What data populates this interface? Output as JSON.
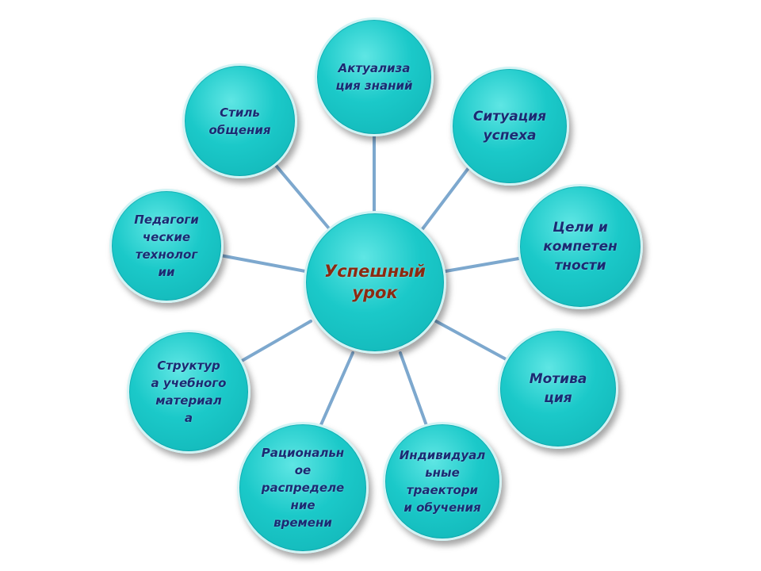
{
  "center": {
    "label": "Успешный\nурок"
  },
  "nodes": [
    {
      "key": "aktualizatsiya",
      "label": "Актуализа\nция знаний"
    },
    {
      "key": "situatsiya",
      "label": "Ситуация\nуспеха"
    },
    {
      "key": "tseli",
      "label": "Цели и\nкомпетен\nтности"
    },
    {
      "key": "motivatsiya",
      "label": "Мотива\nция"
    },
    {
      "key": "individualnye",
      "label": "Индивидуал\nьные\nтраектори\nи обучения"
    },
    {
      "key": "ratsionalnoe",
      "label": "Рациональн\nое\nраспределе\nние\nвремени"
    },
    {
      "key": "struktura",
      "label": "Структур\nа учебного\nматериал\nа"
    },
    {
      "key": "pedagogicheskie",
      "label": "Педагоги\nческие\nтехнолог\nии"
    },
    {
      "key": "stil",
      "label": "Стиль\nобщения"
    }
  ],
  "colors": {
    "bubble_fill": "#1bc9c9",
    "bubble_border": "#d2f3f4",
    "connector": "#6f9fc9",
    "node_text": "#1b2a73",
    "center_text": "#8b2a12"
  }
}
